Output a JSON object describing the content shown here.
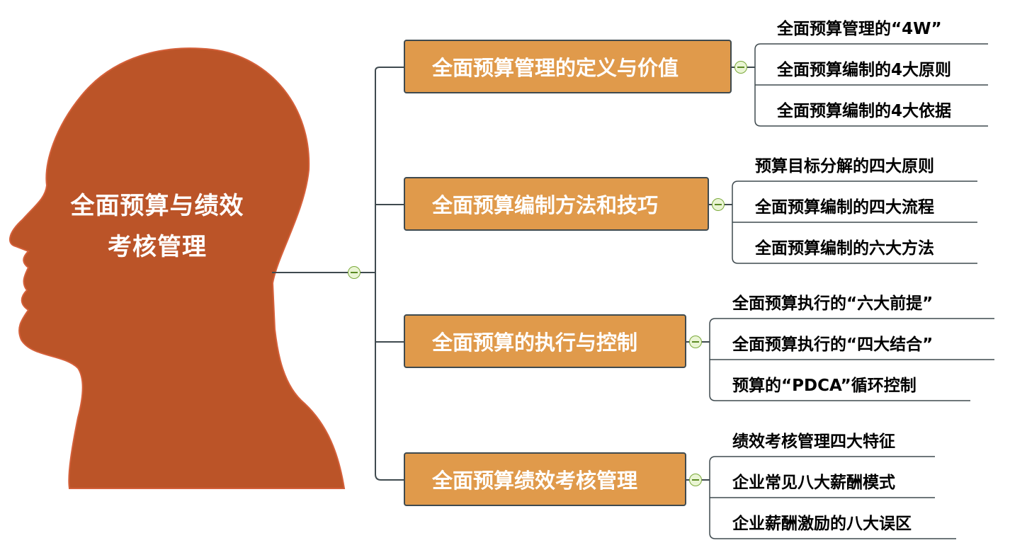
{
  "central": {
    "line1": "全面预算与绩效",
    "line2": "考核管理"
  },
  "branches": [
    {
      "label": "全面预算管理的定义与价值",
      "children": [
        "全面预算管理的“4W”",
        "全面预算编制的4大原则",
        "全面预算编制的4大依据"
      ]
    },
    {
      "label": "全面预算编制方法和技巧",
      "children": [
        "预算目标分解的四大原则",
        "全面预算编制的四大流程",
        "全面预算编制的六大方法"
      ]
    },
    {
      "label": "全面预算的执行与控制",
      "children": [
        "全面预算执行的“六大前提”",
        "全面预算执行的“四大结合”",
        "预算的“PDCA”循环控制"
      ]
    },
    {
      "label": "全面预算绩效考核管理",
      "children": [
        "绩效考核管理四大特征",
        "企业常见八大薪酬模式",
        "企业薪酬激励的八大误区"
      ]
    }
  ],
  "colors": {
    "head": "#bb5428",
    "branch_fill": "#e09a4b",
    "connector": "#3f4a4f",
    "toggle": "#7aa93a"
  }
}
